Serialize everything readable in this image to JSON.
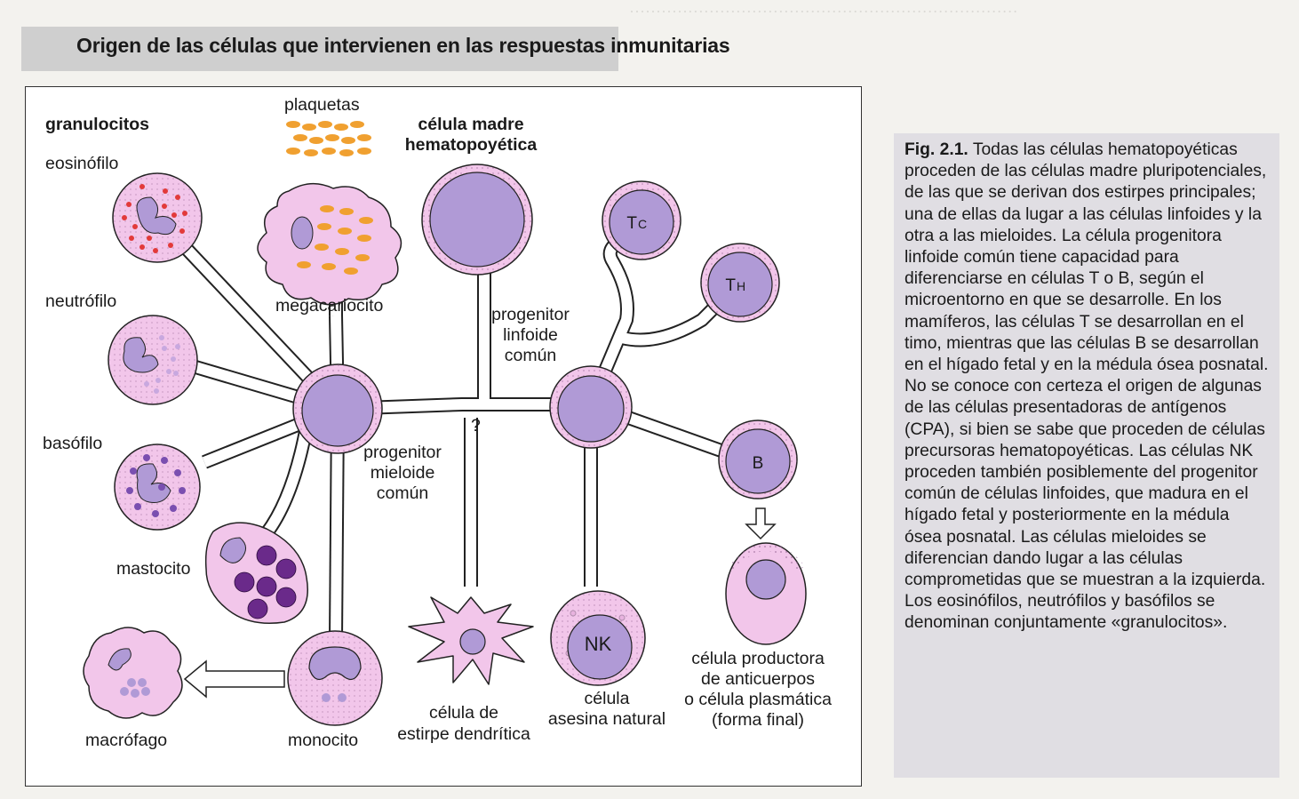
{
  "title": "Origen de las células que intervienen en las respuestas inmunitarias",
  "labels": {
    "granulocitos": "granulocitos",
    "eosinofilo": "eosinófilo",
    "neutrofilo": "neutrófilo",
    "basofilo": "basófilo",
    "mastocito": "mastocito",
    "macrofago": "macrófago",
    "monocito": "monocito",
    "plaquetas": "plaquetas",
    "megacariocito": "megacariocito",
    "celula_madre_1": "célula madre",
    "celula_madre_2": "hematopoyética",
    "progenitor_linfoide_1": "progenitor",
    "progenitor_linfoide_2": "linfoide",
    "progenitor_linfoide_3": "común",
    "progenitor_mieloide_1": "progenitor",
    "progenitor_mieloide_2": "mieloide",
    "progenitor_mieloide_3": "común",
    "question_mark": "?",
    "dendritica_1": "célula de",
    "dendritica_2": "estirpe dendrítica",
    "nk_cell": "NK",
    "nk_1": "célula",
    "nk_2": "asesina natural",
    "tc_main": "T",
    "tc_sub": "C",
    "th_main": "T",
    "th_sub": "H",
    "b_cell": "B",
    "plasmatica_1": "célula productora",
    "plasmatica_2": "de anticuerpos",
    "plasmatica_3": "o célula plasmática",
    "plasmatica_4": "(forma final)"
  },
  "caption": {
    "fig_label": "Fig. 2.1.",
    "text": "Todas las células hematopoyéticas proceden de las células madre pluripotenciales, de las que se derivan dos estirpes principales; una de ellas da lugar a las células linfoides y la otra a las mieloides. La célula progenitora linfoide común tiene capacidad para diferenciarse en células T o B, según el microentorno en que se desarrolle. En los mamíferos, las células T se desarrollan en el timo, mientras que las células B se desarrollan en el hígado fetal y en la médula ósea posnatal. No se conoce con certeza el origen de algunas de las células presentadoras de antígenos (CPA), si bien se sabe que proceden de células precursoras hematopoyéticas. Las células NK proceden también posiblemente del progenitor común de células linfoides, que madura en el hígado fetal y posteriormente en la médula ósea posnatal. Las células mieloides se diferencian dando lugar a las células comprometidas que se muestran a la izquierda. Los eosinófilos, neutrófilos y basófilos se denominan conjuntamente «granulocitos»."
  },
  "colors": {
    "cell_body": "#f2c6ea",
    "nucleus": "#b09ad6",
    "granule_red": "#e23a3a",
    "basophil_granule": "#7a4fb0",
    "platelet": "#f0a030",
    "mast_granule": "#6a2a8a"
  }
}
